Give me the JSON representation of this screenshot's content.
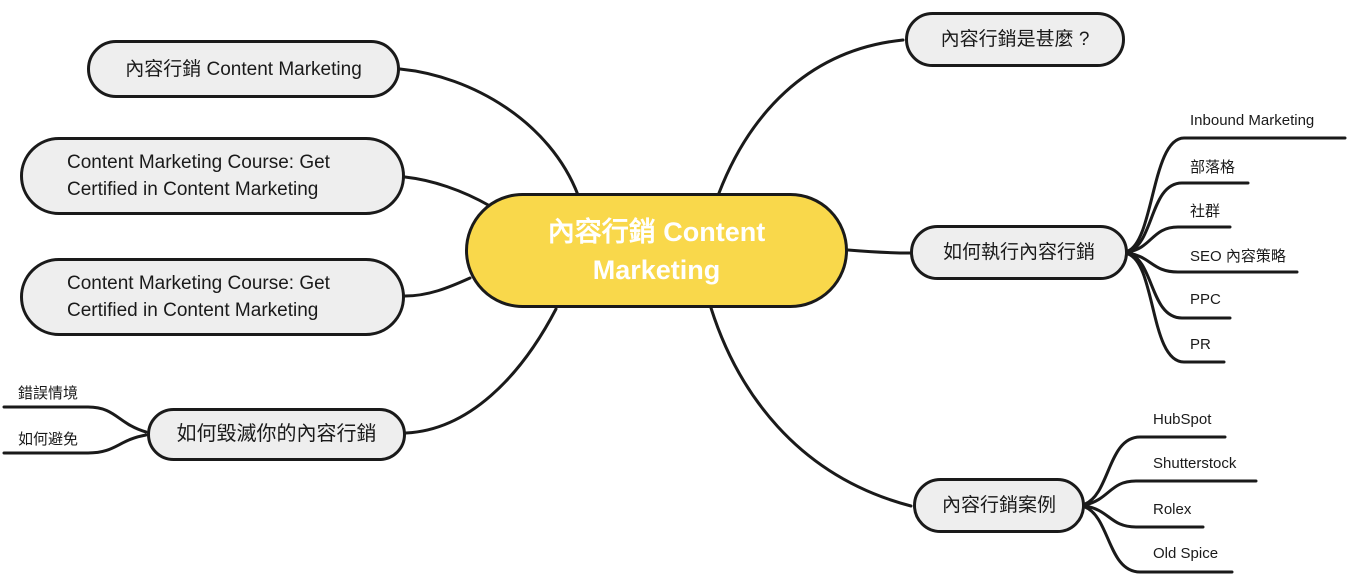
{
  "title": "內容行銷 Content Marketing mind map",
  "colors": {
    "center_fill": "#f9d84b",
    "node_fill": "#eeeeee",
    "stroke": "#1a1a1a",
    "center_text": "#ffffff",
    "node_text": "#1a1a1a",
    "background": "#ffffff"
  },
  "center": {
    "label": "內容行銷 Content Marketing"
  },
  "left": {
    "topic": {
      "label": "內容行銷 Content Marketing"
    },
    "course1": {
      "label": "Content Marketing Course: Get Certified in Content Marketing"
    },
    "course2": {
      "label": "Content Marketing Course: Get Certified in Content Marketing"
    },
    "destroy": {
      "label": "如何毀滅你的內容行銷",
      "children": [
        "錯誤情境",
        "如何避免"
      ]
    }
  },
  "right": {
    "what": {
      "label": "內容行銷是甚麼 ?"
    },
    "how": {
      "label": "如何執行內容行銷",
      "children": [
        "Inbound Marketing",
        "部落格",
        "社群",
        "SEO 內容策略",
        "PPC",
        "PR"
      ]
    },
    "cases": {
      "label": "內容行銷案例",
      "children": [
        "HubSpot",
        "Shutterstock",
        "Rolex",
        "Old Spice"
      ]
    }
  }
}
